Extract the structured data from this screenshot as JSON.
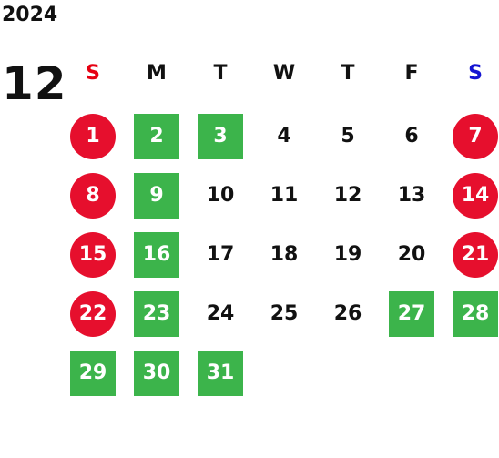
{
  "calendar": {
    "year": "2024",
    "month": "12",
    "weekdays": [
      "S",
      "M",
      "T",
      "W",
      "T",
      "F",
      "S"
    ],
    "first_weekday_index": 0,
    "days": [
      {
        "label": "1",
        "type": "holiday"
      },
      {
        "label": "2",
        "type": "closed"
      },
      {
        "label": "3",
        "type": "closed"
      },
      {
        "label": "4",
        "type": "normal"
      },
      {
        "label": "5",
        "type": "normal"
      },
      {
        "label": "6",
        "type": "normal"
      },
      {
        "label": "7",
        "type": "holiday"
      },
      {
        "label": "8",
        "type": "holiday"
      },
      {
        "label": "9",
        "type": "closed"
      },
      {
        "label": "10",
        "type": "normal"
      },
      {
        "label": "11",
        "type": "normal"
      },
      {
        "label": "12",
        "type": "normal"
      },
      {
        "label": "13",
        "type": "normal"
      },
      {
        "label": "14",
        "type": "holiday"
      },
      {
        "label": "15",
        "type": "holiday"
      },
      {
        "label": "16",
        "type": "closed"
      },
      {
        "label": "17",
        "type": "normal"
      },
      {
        "label": "18",
        "type": "normal"
      },
      {
        "label": "19",
        "type": "normal"
      },
      {
        "label": "20",
        "type": "normal"
      },
      {
        "label": "21",
        "type": "holiday"
      },
      {
        "label": "22",
        "type": "holiday"
      },
      {
        "label": "23",
        "type": "closed"
      },
      {
        "label": "24",
        "type": "normal"
      },
      {
        "label": "25",
        "type": "normal"
      },
      {
        "label": "26",
        "type": "normal"
      },
      {
        "label": "27",
        "type": "closed"
      },
      {
        "label": "28",
        "type": "closed"
      },
      {
        "label": "29",
        "type": "closed"
      },
      {
        "label": "30",
        "type": "closed"
      },
      {
        "label": "31",
        "type": "closed"
      }
    ]
  },
  "colors": {
    "holiday_circle": "#e60f2d",
    "closed_square": "#3cb44b",
    "sunday_header": "#e60012",
    "saturday_header": "#1414d2",
    "text": "#111111"
  }
}
